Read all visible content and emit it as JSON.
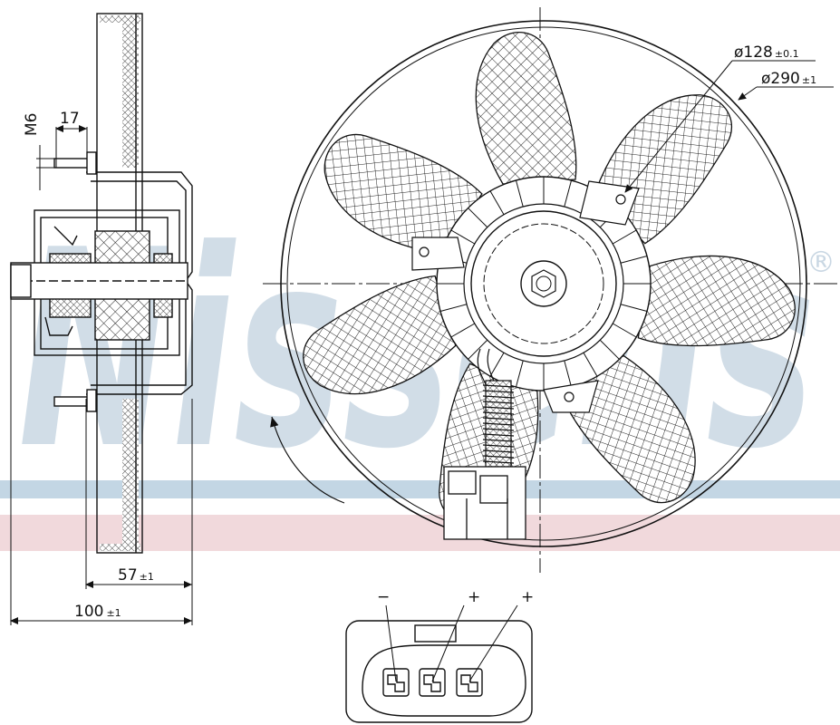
{
  "watermark": {
    "text": "Nissens",
    "registered": "®",
    "color": "#c9d7e3",
    "band_blue": "#c3d6e4",
    "band_pink": "#f1d9dc"
  },
  "dimensions": {
    "thread": "M6",
    "bolt_length": "17",
    "inner_diameter_value": "ø128",
    "inner_diameter_tol": "±0.1",
    "outer_diameter_value": "ø290",
    "outer_diameter_tol": "±1",
    "depth_value": "57",
    "depth_tol": "±1",
    "total_value": "100",
    "total_tol": "±1"
  },
  "connector": {
    "pins": [
      {
        "polarity": "−"
      },
      {
        "polarity": "+"
      },
      {
        "polarity": "+"
      }
    ]
  },
  "colors": {
    "line": "#111111",
    "hatch": "#222222"
  }
}
